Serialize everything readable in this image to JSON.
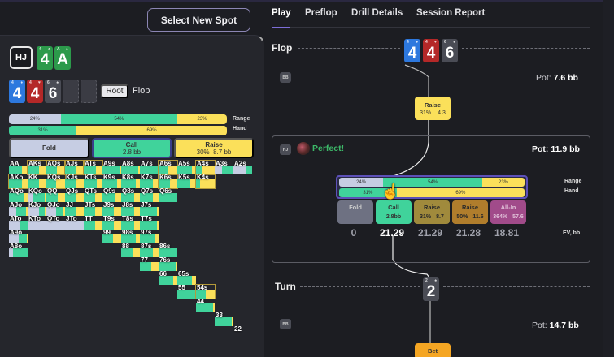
{
  "left": {
    "select_spot_label": "Select New Spot",
    "position": "HJ",
    "hand_cards": [
      {
        "rank": "4",
        "suit": "clubs",
        "color": "#2c9a4b"
      },
      {
        "rank": "A",
        "suit": "clubs",
        "color": "#2c9a4b"
      }
    ],
    "board_cards": [
      {
        "rank": "4",
        "suit": "diamonds",
        "color": "#2d78de"
      },
      {
        "rank": "4",
        "suit": "hearts",
        "color": "#b42828"
      },
      {
        "rank": "6",
        "suit": "spades",
        "color": "#4a4c55"
      }
    ],
    "root_label": "Root",
    "street": "Flop",
    "range_bar": {
      "label": "Range",
      "fold": "24%",
      "call": "54%",
      "raise": "23%",
      "fold_pct": 24,
      "call_pct": 54,
      "raise_pct": 23
    },
    "hand_bar": {
      "label": "Hand",
      "call": "31%",
      "raise": "69%",
      "call_pct": 31,
      "raise_pct": 69
    },
    "actions": {
      "fold": {
        "label": "Fold"
      },
      "call": {
        "label": "Call",
        "amount": "2.8 bb"
      },
      "raise": {
        "label": "Raise",
        "freq": "30%",
        "amount": "8.7 bb"
      }
    }
  },
  "matrix": [
    {
      "row": 0,
      "col": 0,
      "hand": "AA",
      "f": 0,
      "c": 70,
      "r": 30
    },
    {
      "row": 0,
      "col": 1,
      "hand": "AKs",
      "f": 0,
      "c": 60,
      "r": 40,
      "sel": true
    },
    {
      "row": 0,
      "col": 2,
      "hand": "AQs",
      "f": 0,
      "c": 55,
      "r": 45,
      "sel": true
    },
    {
      "row": 0,
      "col": 3,
      "hand": "AJs",
      "f": 0,
      "c": 60,
      "r": 40,
      "sel": true
    },
    {
      "row": 0,
      "col": 4,
      "hand": "ATs",
      "f": 0,
      "c": 65,
      "r": 35,
      "sel": true
    },
    {
      "row": 0,
      "col": 5,
      "hand": "A9s",
      "f": 0,
      "c": 90,
      "r": 10
    },
    {
      "row": 0,
      "col": 6,
      "hand": "A8s",
      "f": 0,
      "c": 90,
      "r": 10
    },
    {
      "row": 0,
      "col": 7,
      "hand": "A7s",
      "f": 0,
      "c": 100,
      "r": 0
    },
    {
      "row": 0,
      "col": 8,
      "hand": "A6s",
      "f": 0,
      "c": 50,
      "r": 50,
      "sel": true
    },
    {
      "row": 0,
      "col": 9,
      "hand": "A5s",
      "f": 0,
      "c": 80,
      "r": 20
    },
    {
      "row": 0,
      "col": 10,
      "hand": "A4s",
      "f": 0,
      "c": 30,
      "r": 70,
      "sel": true
    },
    {
      "row": 0,
      "col": 11,
      "hand": "A3s",
      "f": 40,
      "c": 60,
      "r": 0
    },
    {
      "row": 0,
      "col": 12,
      "hand": "A2s",
      "f": 70,
      "c": 30,
      "r": 0
    },
    {
      "row": 1,
      "col": 0,
      "hand": "AKo",
      "f": 0,
      "c": 70,
      "r": 30,
      "sel": true
    },
    {
      "row": 1,
      "col": 1,
      "hand": "KK",
      "f": 0,
      "c": 60,
      "r": 40
    },
    {
      "row": 1,
      "col": 2,
      "hand": "KQs",
      "f": 0,
      "c": 50,
      "r": 50,
      "sel": true
    },
    {
      "row": 1,
      "col": 3,
      "hand": "KJs",
      "f": 0,
      "c": 60,
      "r": 40
    },
    {
      "row": 1,
      "col": 4,
      "hand": "KTs",
      "f": 0,
      "c": 70,
      "r": 30
    },
    {
      "row": 1,
      "col": 5,
      "hand": "K9s",
      "f": 0,
      "c": 80,
      "r": 20
    },
    {
      "row": 1,
      "col": 6,
      "hand": "K8s",
      "f": 0,
      "c": 80,
      "r": 20
    },
    {
      "row": 1,
      "col": 7,
      "hand": "K7s",
      "f": 0,
      "c": 70,
      "r": 30
    },
    {
      "row": 1,
      "col": 8,
      "hand": "K6s",
      "f": 0,
      "c": 60,
      "r": 40,
      "sel": true
    },
    {
      "row": 1,
      "col": 9,
      "hand": "K5s",
      "f": 0,
      "c": 70,
      "r": 30
    },
    {
      "row": 1,
      "col": 10,
      "hand": "K4s",
      "f": 0,
      "c": 20,
      "r": 80,
      "sel": true
    },
    {
      "row": 2,
      "col": 0,
      "hand": "AQo",
      "f": 0,
      "c": 80,
      "r": 20
    },
    {
      "row": 2,
      "col": 1,
      "hand": "KQo",
      "f": 30,
      "c": 60,
      "r": 10
    },
    {
      "row": 2,
      "col": 2,
      "hand": "QQ",
      "f": 0,
      "c": 60,
      "r": 40
    },
    {
      "row": 2,
      "col": 3,
      "hand": "QJs",
      "f": 0,
      "c": 60,
      "r": 40
    },
    {
      "row": 2,
      "col": 4,
      "hand": "QTs",
      "f": 0,
      "c": 60,
      "r": 40
    },
    {
      "row": 2,
      "col": 5,
      "hand": "Q9s",
      "f": 0,
      "c": 70,
      "r": 30
    },
    {
      "row": 2,
      "col": 6,
      "hand": "Q8s",
      "f": 0,
      "c": 70,
      "r": 30
    },
    {
      "row": 2,
      "col": 7,
      "hand": "Q7s",
      "f": 0,
      "c": 70,
      "r": 30
    },
    {
      "row": 2,
      "col": 8,
      "hand": "Q6s",
      "f": 0,
      "c": 100,
      "r": 0
    },
    {
      "row": 3,
      "col": 0,
      "hand": "AJo",
      "f": 40,
      "c": 50,
      "r": 10
    },
    {
      "row": 3,
      "col": 1,
      "hand": "KJo",
      "f": 60,
      "c": 30,
      "r": 10
    },
    {
      "row": 3,
      "col": 2,
      "hand": "QJo",
      "f": 50,
      "c": 40,
      "r": 10
    },
    {
      "row": 3,
      "col": 3,
      "hand": "JJ",
      "f": 0,
      "c": 60,
      "r": 40
    },
    {
      "row": 3,
      "col": 4,
      "hand": "JTs",
      "f": 0,
      "c": 60,
      "r": 40
    },
    {
      "row": 3,
      "col": 5,
      "hand": "J9s",
      "f": 0,
      "c": 60,
      "r": 40
    },
    {
      "row": 3,
      "col": 6,
      "hand": "J8s",
      "f": 0,
      "c": 70,
      "r": 30
    },
    {
      "row": 3,
      "col": 7,
      "hand": "J7s",
      "f": 0,
      "c": 90,
      "r": 10
    },
    {
      "row": 4,
      "col": 0,
      "hand": "ATo",
      "f": 60,
      "c": 40,
      "r": 0
    },
    {
      "row": 4,
      "col": 1,
      "hand": "KTo",
      "f": 100,
      "c": 0,
      "r": 0
    },
    {
      "row": 4,
      "col": 2,
      "hand": "QTo",
      "f": 100,
      "c": 0,
      "r": 0
    },
    {
      "row": 4,
      "col": 3,
      "hand": "JTo",
      "f": 100,
      "c": 0,
      "r": 0
    },
    {
      "row": 4,
      "col": 4,
      "hand": "TT",
      "f": 0,
      "c": 60,
      "r": 40
    },
    {
      "row": 4,
      "col": 5,
      "hand": "T9s",
      "f": 0,
      "c": 60,
      "r": 40
    },
    {
      "row": 4,
      "col": 6,
      "hand": "T8s",
      "f": 0,
      "c": 70,
      "r": 30
    },
    {
      "row": 4,
      "col": 7,
      "hand": "T7s",
      "f": 0,
      "c": 90,
      "r": 10
    },
    {
      "row": 5,
      "col": 0,
      "hand": "A9o",
      "f": 50,
      "c": 45,
      "r": 5
    },
    {
      "row": 5,
      "col": 5,
      "hand": "99",
      "f": 0,
      "c": 55,
      "r": 45
    },
    {
      "row": 5,
      "col": 6,
      "hand": "98s",
      "f": 0,
      "c": 80,
      "r": 20
    },
    {
      "row": 5,
      "col": 7,
      "hand": "97s",
      "f": 0,
      "c": 80,
      "r": 20
    },
    {
      "row": 6,
      "col": 0,
      "hand": "A8o",
      "f": 20,
      "c": 80,
      "r": 0
    },
    {
      "row": 6,
      "col": 6,
      "hand": "88",
      "f": 0,
      "c": 60,
      "r": 40
    },
    {
      "row": 6,
      "col": 7,
      "hand": "87s",
      "f": 0,
      "c": 70,
      "r": 30
    },
    {
      "row": 6,
      "col": 8,
      "hand": "86s",
      "f": 0,
      "c": 100,
      "r": 0
    },
    {
      "row": 7,
      "col": 7,
      "hand": "77",
      "f": 0,
      "c": 60,
      "r": 40
    },
    {
      "row": 7,
      "col": 8,
      "hand": "76s",
      "f": 0,
      "c": 90,
      "r": 10
    },
    {
      "row": 8,
      "col": 8,
      "hand": "66",
      "f": 0,
      "c": 80,
      "r": 20
    },
    {
      "row": 8,
      "col": 9,
      "hand": "65s",
      "f": 0,
      "c": 80,
      "r": 20
    },
    {
      "row": 9,
      "col": 9,
      "hand": "55",
      "f": 0,
      "c": 100,
      "r": 0
    },
    {
      "row": 9,
      "col": 10,
      "hand": "54s",
      "f": 0,
      "c": 50,
      "r": 50,
      "sel": true
    },
    {
      "row": 10,
      "col": 10,
      "hand": "44",
      "f": 0,
      "c": 90,
      "r": 10
    },
    {
      "row": 11,
      "col": 11,
      "hand": "33",
      "f": 0,
      "c": 90,
      "r": 10
    },
    {
      "row": 12,
      "col": 12,
      "hand": "22",
      "f": 0,
      "c": 0,
      "r": 0
    }
  ],
  "tabs": [
    {
      "label": "Play",
      "active": true
    },
    {
      "label": "Preflop"
    },
    {
      "label": "Drill Details"
    },
    {
      "label": "Session Report"
    }
  ],
  "tree": {
    "flop": {
      "title": "Flop",
      "cards": [
        {
          "rank": "4",
          "color": "#2d78de"
        },
        {
          "rank": "4",
          "color": "#b42828"
        },
        {
          "rank": "6",
          "color": "#4a4c55"
        }
      ],
      "player": "BB",
      "pot_label": "Pot:",
      "pot": "7.6 bb"
    },
    "raise_node": {
      "label": "Raise",
      "freq": "31%",
      "size": "4.3"
    },
    "decision": {
      "player": "HJ",
      "result": "Perfect!",
      "pot_label": "Pot:",
      "pot": "11.9 bb",
      "range_bar": {
        "label": "Range",
        "fold": "24%",
        "call": "54%",
        "raise": "23%",
        "fold_pct": 24,
        "call_pct": 54,
        "raise_pct": 23
      },
      "hand_bar": {
        "label": "Hand",
        "call": "31%",
        "raise": "69%",
        "call_pct": 31,
        "raise_pct": 69
      },
      "actions": [
        {
          "label": "Fold",
          "a": "",
          "b": ""
        },
        {
          "label": "Call",
          "a": "2.8bb",
          "b": ""
        },
        {
          "label": "Raise",
          "a": "31%",
          "b": "8.7"
        },
        {
          "label": "Raise",
          "a": "50%",
          "b": "11.6"
        },
        {
          "label": "All-In",
          "a": "364%",
          "b": "57.6"
        }
      ],
      "ev": [
        "0",
        "21.29",
        "21.29",
        "21.28",
        "18.81"
      ],
      "ev_label": "EV, bb"
    },
    "turn": {
      "title": "Turn",
      "card": {
        "rank": "2",
        "color": "#4a4c55"
      },
      "player": "BB",
      "pot_label": "Pot:",
      "pot": "14.7 bb"
    },
    "bet_node": {
      "label": "Bet"
    }
  }
}
